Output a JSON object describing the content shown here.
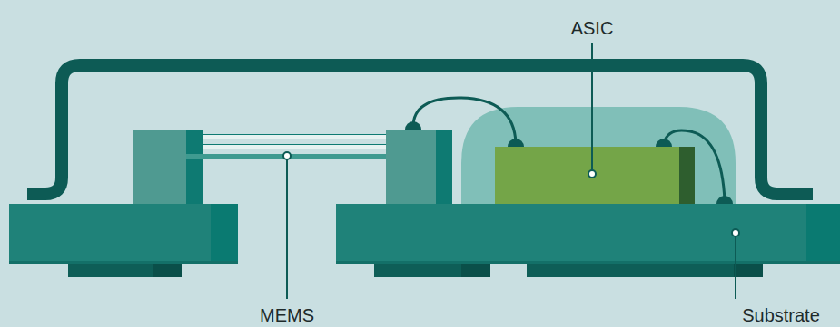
{
  "diagram": {
    "labels": [
      "ASIC",
      "MEMS",
      "Substrate"
    ]
  }
}
